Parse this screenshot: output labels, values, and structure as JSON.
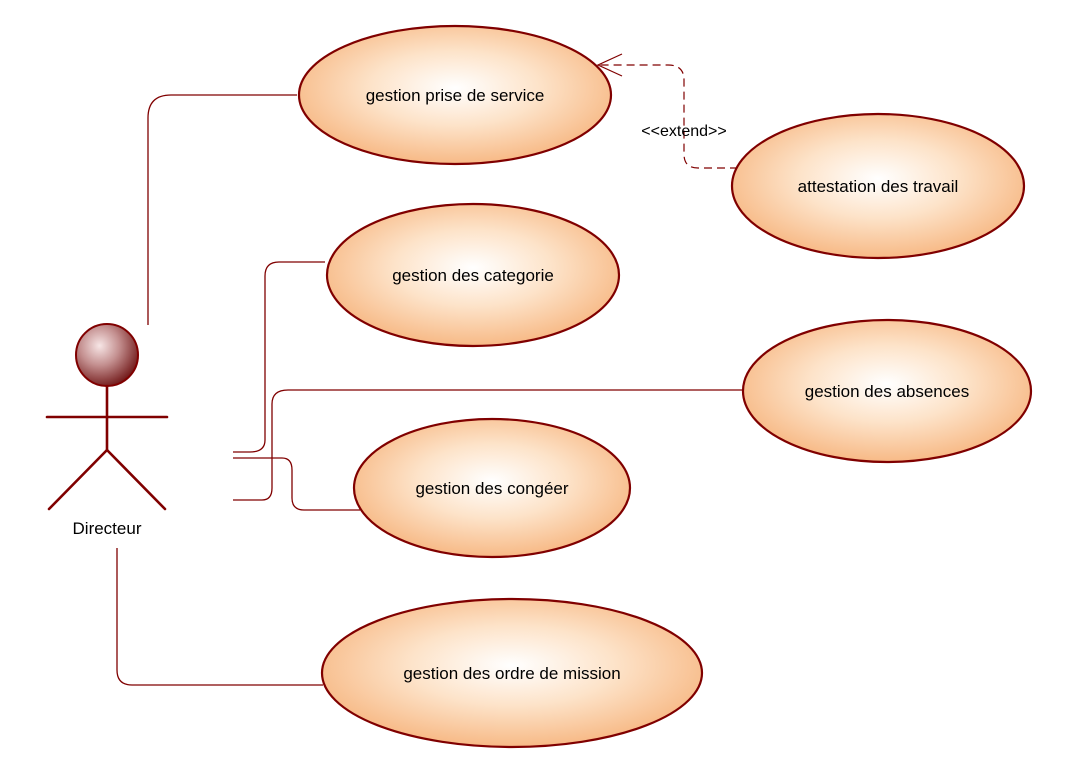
{
  "diagram": {
    "type": "use-case",
    "colors": {
      "line": "#800000",
      "ellipse_fill_center": "#ffffff",
      "ellipse_fill_edge": "#f6b27a",
      "actor_head_light": "#f4d9d9",
      "actor_head_dark": "#7a1a1a"
    },
    "actor": {
      "name": "Directeur"
    },
    "use_cases": {
      "prise_service": "gestion prise de service",
      "attestation": "attestation des travail",
      "categorie": "gestion des categorie",
      "absences": "gestion des absences",
      "conges": "gestion des congéer",
      "ordre_mission": "gestion des ordre de mission"
    },
    "relations": {
      "extend_label": "<<extend>>"
    }
  }
}
